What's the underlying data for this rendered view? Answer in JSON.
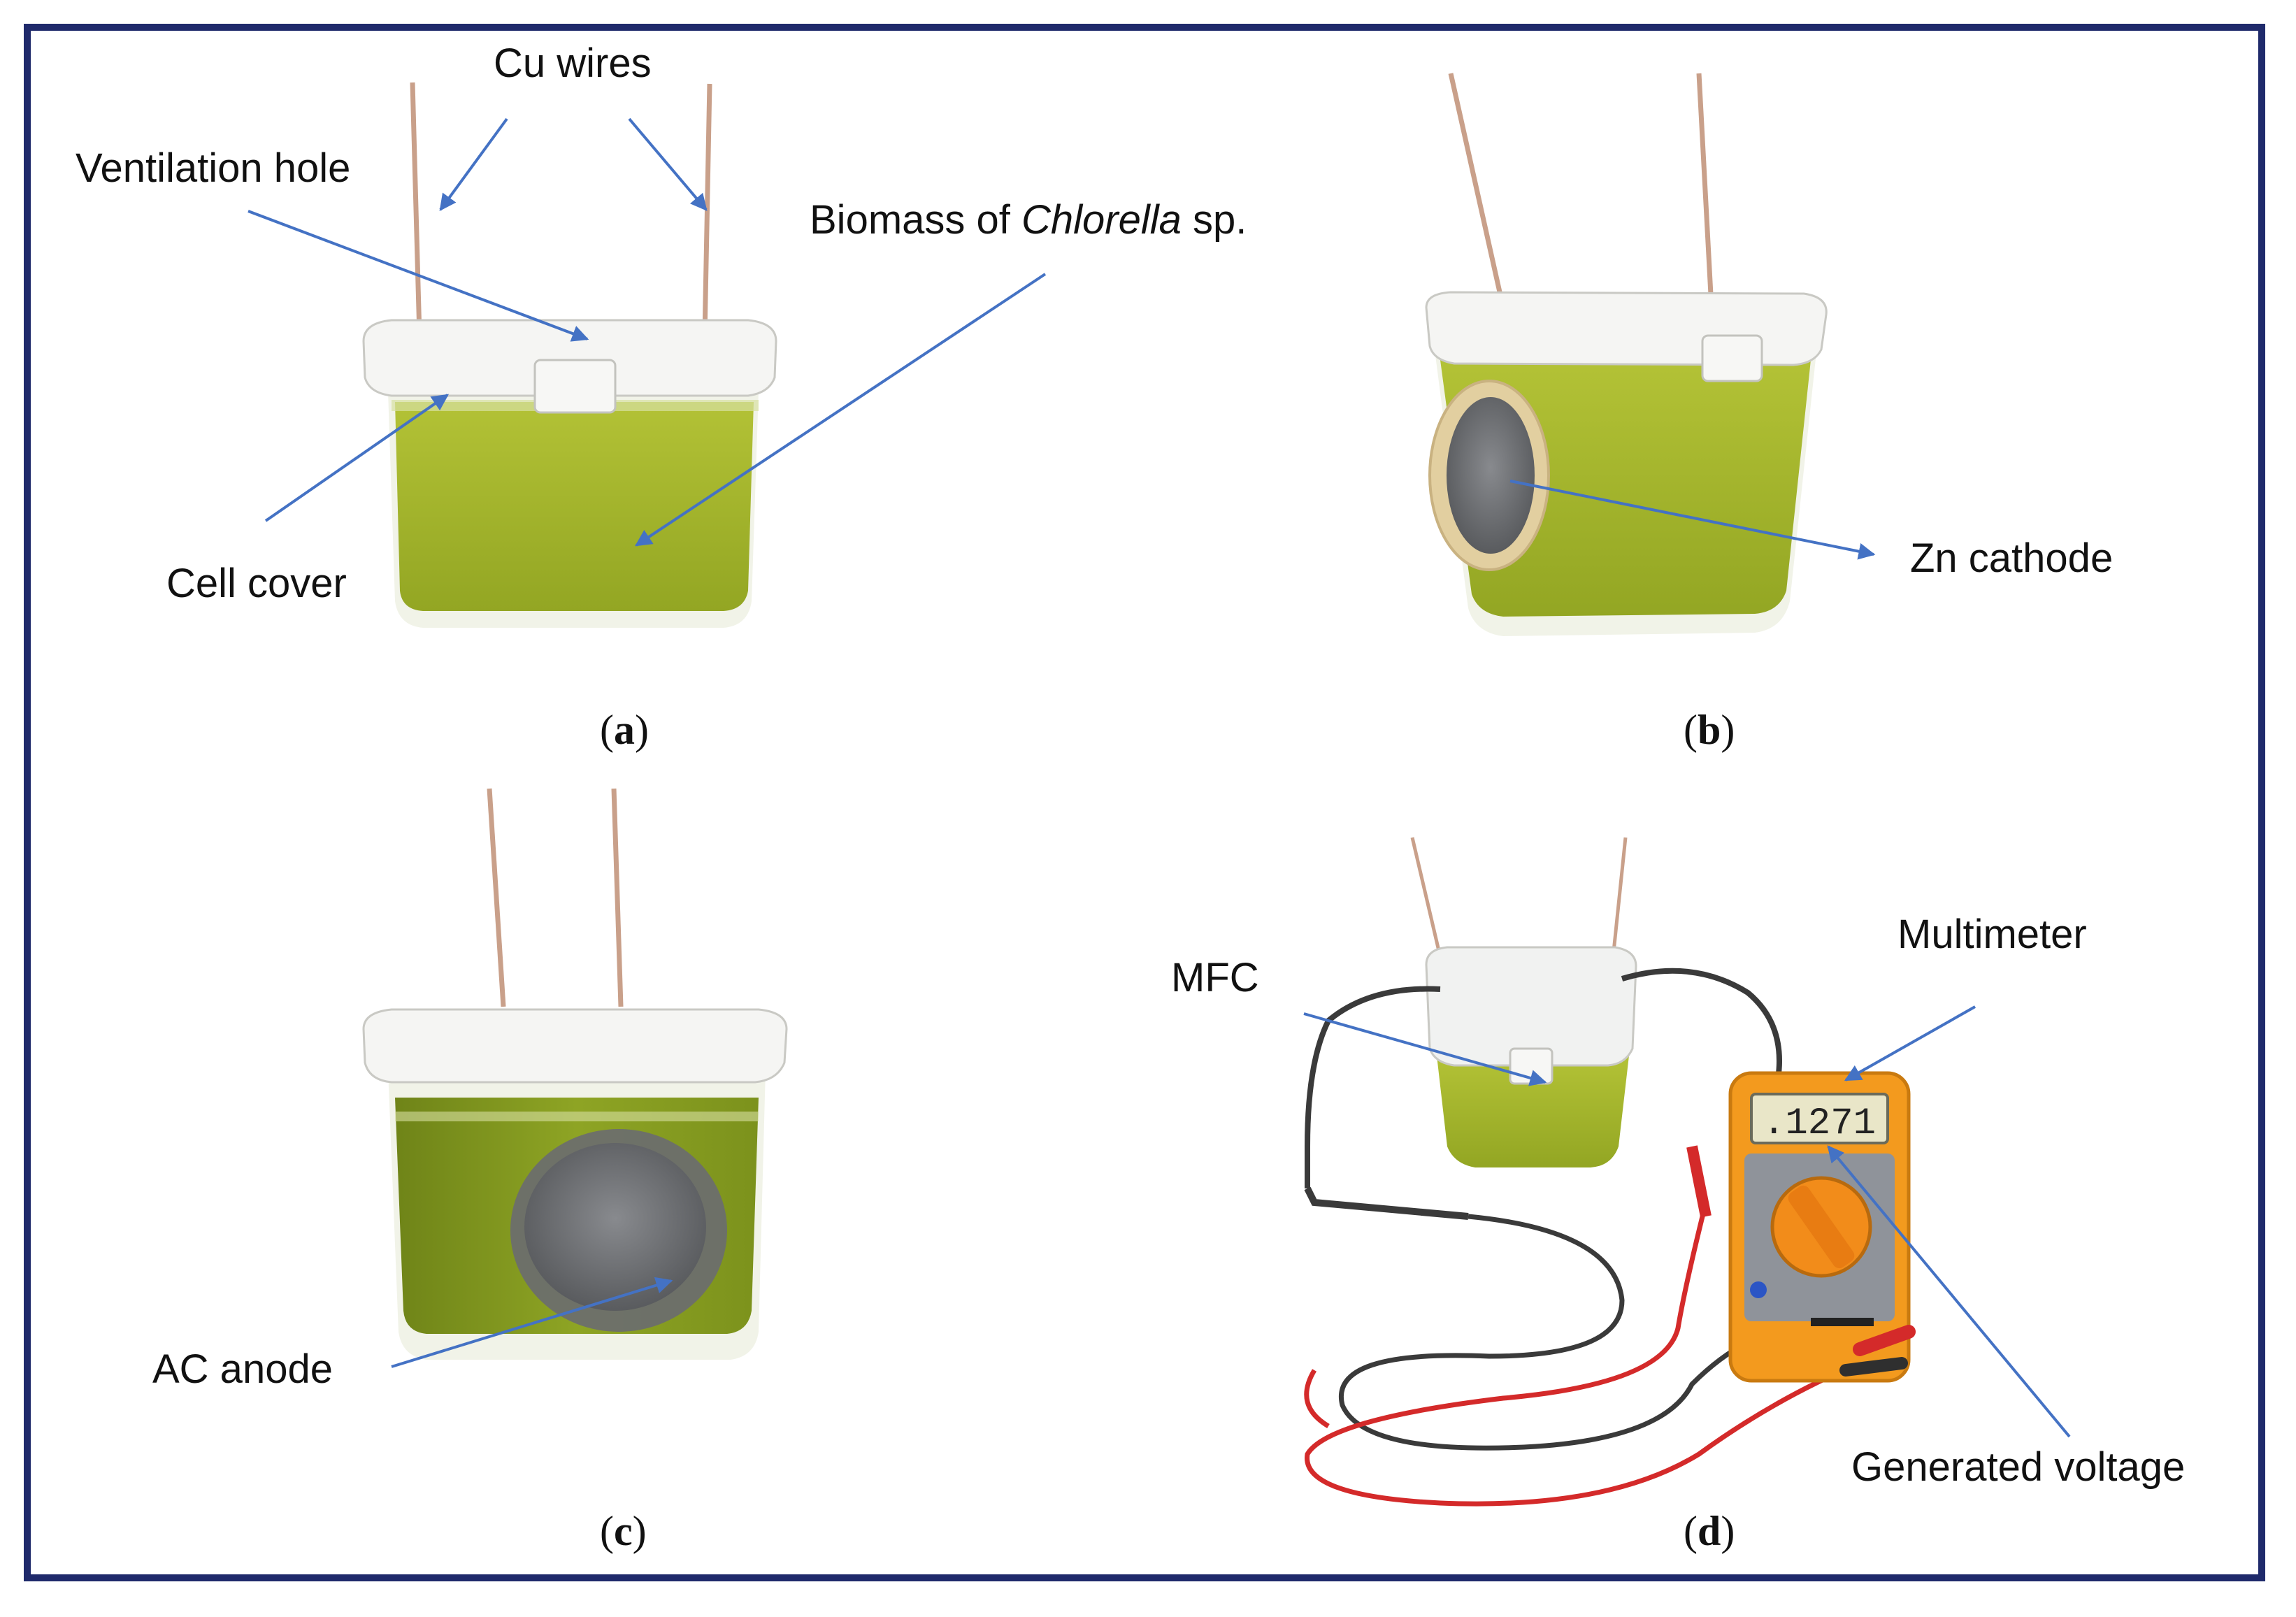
{
  "labels": {
    "cu_wires": "Cu wires",
    "ventilation_hole": "Ventilation hole",
    "biomass_prefix": "Biomass of ",
    "biomass_species": "Chlorella",
    "biomass_suffix": " sp.",
    "cell_cover": "Cell cover",
    "zn_cathode": "Zn cathode",
    "ac_anode": "AC anode",
    "mfc": "MFC",
    "multimeter": "Multimeter",
    "generated_voltage": "Generated voltage",
    "meter_reading": ".1271"
  },
  "captions": {
    "a": "a",
    "b": "b",
    "c": "c",
    "d": "d"
  },
  "colors": {
    "frame": "#1f2a6b",
    "arrow": "#4472c4",
    "algae": "#a4b52c",
    "lid": "#f4f4f2",
    "electrode": "#6d6f72",
    "copper_wire": "#c9a08a",
    "multimeter_body": "#f39a1e",
    "red_lead": "#d42a2a",
    "black_lead": "#3a3a3a"
  }
}
